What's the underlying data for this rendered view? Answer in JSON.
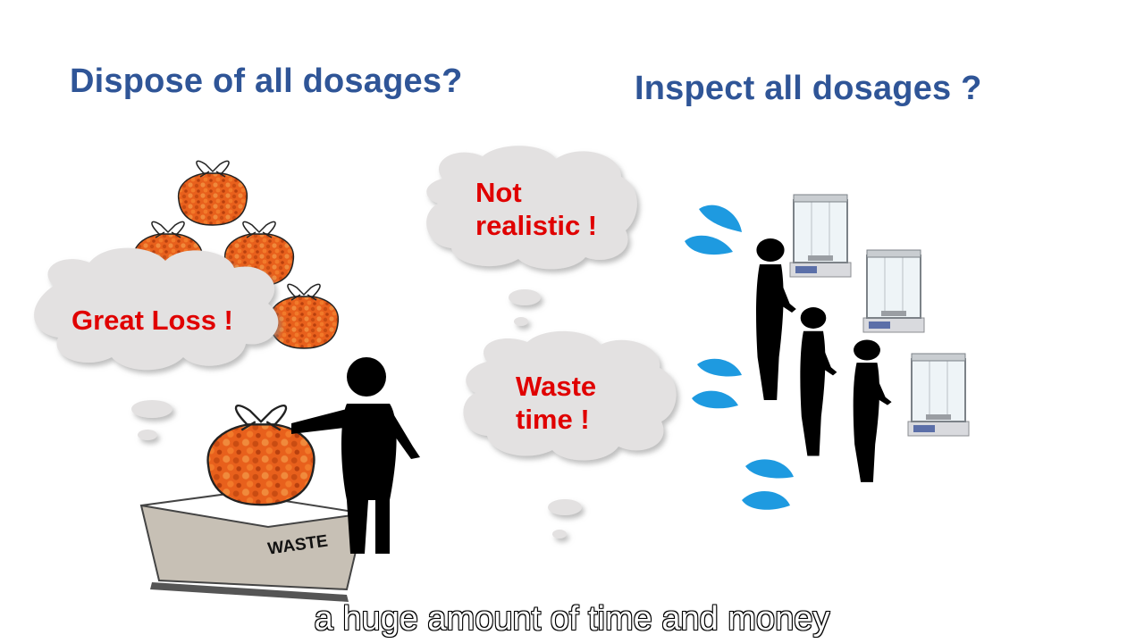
{
  "headings": {
    "left": "Dispose of all dosages?",
    "right": "Inspect all dosages ?"
  },
  "bubbles": {
    "great_loss": "Great Loss !",
    "not_realistic_line1": "Not",
    "not_realistic_line2": "realistic !",
    "waste_time_line1": "Waste",
    "waste_time_line2": "time !"
  },
  "bin_label": "WASTE",
  "caption": "a huge amount of time and money",
  "colors": {
    "heading": "#2f5597",
    "bubble_text": "#e00000",
    "bubble_fill": "#e3e1e1",
    "sweat": "#1e9ae0",
    "bag": "#e9621f",
    "figure": "#000000"
  }
}
